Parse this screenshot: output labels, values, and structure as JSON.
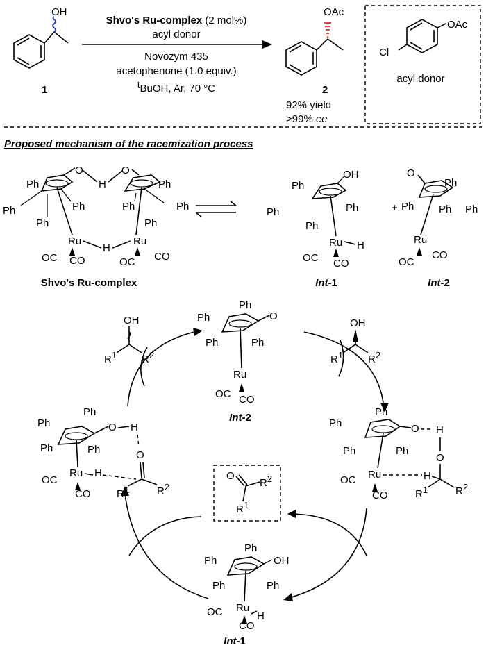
{
  "top": {
    "start_label": "1",
    "start_oh": "OH",
    "product_label": "2",
    "product_oac": "OAc",
    "conditions": {
      "catalyst_bold": "Shvo's Ru-complex",
      "catalyst_rest": " (2 mol%)",
      "line2": "acyl donor",
      "line3": "Novozym 435",
      "line4": "acetophenone (1.0 equiv.)",
      "line5_prefix": "t",
      "line5_rest": "BuOH, Ar, 70 °C"
    },
    "yield": "92% yield",
    "ee_value": ">99% ",
    "ee_unit": "ee",
    "acyl_donor_box": {
      "substituent": "OAc",
      "halogen": "Cl",
      "caption": "acyl donor"
    }
  },
  "mechanism": {
    "heading_words": [
      "Proposed",
      "mechanism",
      "of",
      "the",
      "racemization",
      "process"
    ],
    "shvo_caption": "Shvo's Ru-complex",
    "int1_caption_a": "Int",
    "int1_caption_b": "-1",
    "int2_caption_a": "Int",
    "int2_caption_b": "-2",
    "plus": "+",
    "ph": "Ph",
    "ru": "Ru",
    "co": "CO",
    "oc": "OC",
    "h": "H",
    "o": "O",
    "oh": "OH",
    "r1": "R",
    "r2": "R",
    "sup1": "1",
    "sup2": "2"
  }
}
